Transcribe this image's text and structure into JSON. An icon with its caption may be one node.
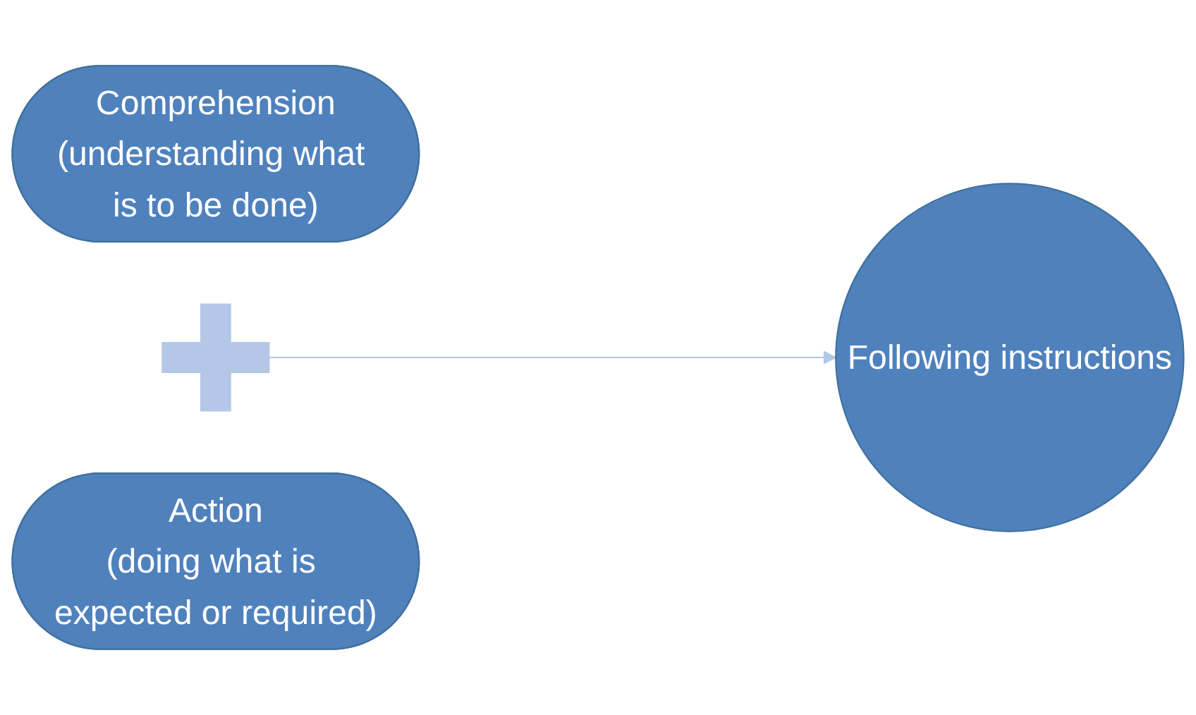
{
  "diagram": {
    "nodes": [
      {
        "text": [
          "Comprehension",
          "(understanding what is to be done)"
        ]
      },
      {
        "text": [],
        "shape": "plus"
      },
      {
        "text": [
          "Action",
          "(doing what is expected or required)"
        ]
      },
      {
        "text": [
          "Following instructions"
        ]
      }
    ],
    "edges": [
      {
        "from": 1,
        "to": 3,
        "arrow": "to",
        "color": "#b4c7e7"
      }
    ]
  }
}
